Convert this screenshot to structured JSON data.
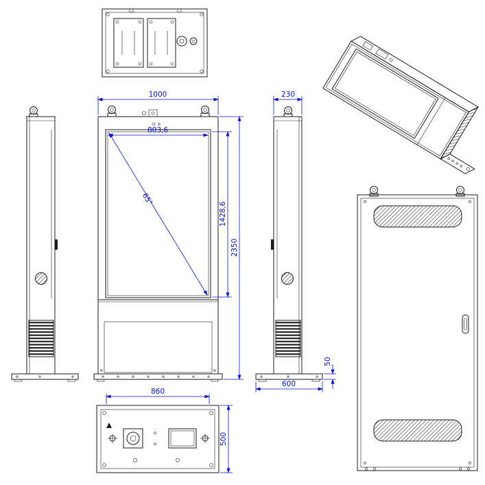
{
  "meta": {
    "kind": "technical-drawing-multiview",
    "colors": {
      "line": "#1a1a1a",
      "dimension": "#0011dd",
      "background": "#ffffff"
    }
  },
  "dims": {
    "front_width": "1000",
    "screen_width": "803,6",
    "diagonal": "65\"",
    "screen_height": "1428,6",
    "total_height": "2350",
    "depth": "230",
    "base_height": "50",
    "base_depth": "600",
    "base_width": "860",
    "base_len": "500"
  }
}
